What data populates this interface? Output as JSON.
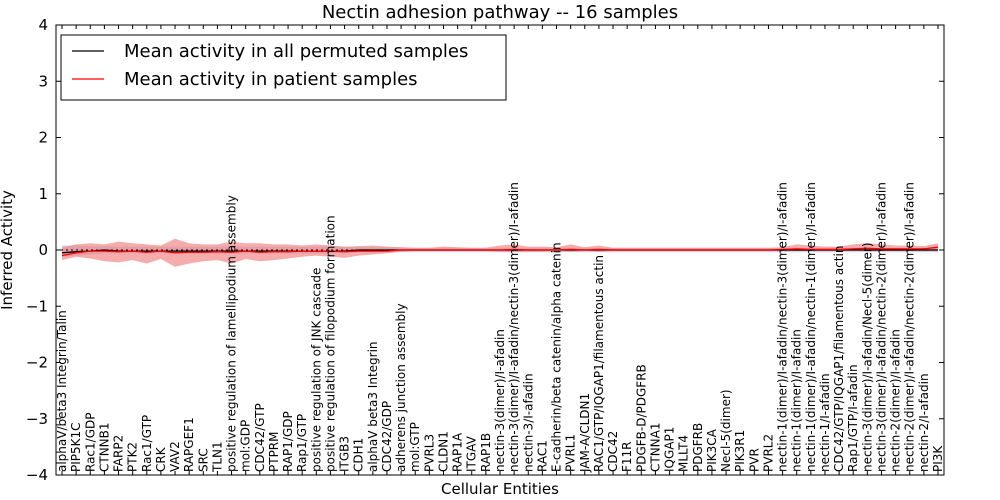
{
  "chart_data": {
    "type": "line",
    "title": "Nectin adhesion pathway -- 16 samples",
    "xlabel": "Cellular Entities",
    "ylabel": "Inferred Activity",
    "ylim": [
      -4,
      4
    ],
    "yticks": [
      "−4",
      "−3",
      "−2",
      "−1",
      "0",
      "1",
      "2",
      "3",
      "4"
    ],
    "grid": false,
    "legend_position": "top-left",
    "categories": [
      "alphaV/beta3 Integrin/Talin",
      "PIP5K1C",
      "Rac1/GDP",
      "CTNNB1",
      "FARP2",
      "PTK2",
      "Rac1/GTP",
      "CRK",
      "VAV2",
      "RAPGEF1",
      "SRC",
      "TLN1",
      "positive regulation of lamellipodium assembly",
      "mol:GDP",
      "CDC42/GTP",
      "PTPRM",
      "RAP1/GDP",
      "Rap1/GTP",
      "positive regulation of JNK cascade",
      "positive regulation of filopodium formation",
      "ITGB3",
      "CDH1",
      "alphaV beta3 Integrin",
      "CDC42/GDP",
      "adherens junction assembly",
      "mol:GTP",
      "PVRL3",
      "CLDN1",
      "RAP1A",
      "ITGAV",
      "RAP1B",
      "nectin-3(dimer)/I-afadin",
      "nectin-3(dimer)/I-afadin/nectin-3(dimer)/I-afadin",
      "nectin-3/I-afadin",
      "RAC1",
      "E-cadherin/beta catenin/alpha catenin",
      "PVRL1",
      "JAM-A/CLDN1",
      "RAC1/GTP/IQGAP1/filamentous actin",
      "CDC42",
      "F11R",
      "PDGFB-D/PDGFRB",
      "CTNNA1",
      "IQGAP1",
      "MLLT4",
      "PDGFRB",
      "PIK3CA",
      "Necl-5(dimer)",
      "PIK3R1",
      "PVR",
      "PVRL2",
      "nectin-1(dimer)/I-afadin/nectin-3(dimer)/I-afadin",
      "nectin-1(dimer)/I-afadin",
      "nectin-1(dimer)/I-afadin/nectin-1(dimer)/I-afadin",
      "nectin-1/I-afadin",
      "CDC42/GTP/IQGAP1/filamentous actin",
      "Rap1/GTP/I-afadin",
      "nectin-3(dimer)/I-afadin/Necl-5(dimer)",
      "nectin-3(dimer)/I-afadin/nectin-2(dimer)/I-afadin",
      "nectin-2(dimer)/I-afadin",
      "nectin-2(dimer)/I-afadin/nectin-2(dimer)/I-afadin",
      "nectin-2/I-afadin",
      "PI3K"
    ],
    "series": [
      {
        "name": "Mean activity in all permuted samples",
        "color": "#000000",
        "values": [
          -0.05,
          -0.03,
          -0.02,
          0.0,
          -0.02,
          -0.02,
          -0.02,
          -0.02,
          -0.02,
          -0.02,
          -0.02,
          -0.02,
          -0.02,
          -0.02,
          -0.02,
          -0.02,
          -0.02,
          -0.02,
          -0.02,
          -0.02,
          -0.02,
          0.0,
          0.0,
          0.0,
          0.0,
          0.0,
          0.0,
          0.0,
          0.0,
          0.0,
          0.0,
          0.0,
          0.0,
          0.0,
          0.0,
          0.0,
          0.0,
          0.0,
          0.0,
          0.0,
          0.0,
          0.0,
          0.0,
          0.0,
          0.0,
          0.0,
          0.0,
          0.0,
          0.0,
          0.0,
          0.0,
          0.0,
          0.0,
          0.0,
          0.0,
          0.0,
          0.0,
          0.0,
          0.0,
          0.0,
          0.0,
          0.0,
          0.0
        ],
        "band_lower": [
          -0.12,
          -0.1,
          -0.08,
          -0.06,
          -0.06,
          -0.06,
          -0.06,
          -0.06,
          -0.06,
          -0.06,
          -0.06,
          -0.06,
          -0.06,
          -0.06,
          -0.06,
          -0.06,
          -0.06,
          -0.06,
          -0.06,
          -0.06,
          -0.06,
          -0.04,
          -0.04,
          -0.04,
          -0.04,
          -0.04,
          -0.04,
          -0.04,
          -0.04,
          -0.04,
          -0.04,
          -0.04,
          -0.04,
          -0.04,
          -0.04,
          -0.04,
          -0.04,
          -0.04,
          -0.04,
          -0.04,
          -0.04,
          -0.04,
          -0.04,
          -0.04,
          -0.04,
          -0.04,
          -0.04,
          -0.04,
          -0.04,
          -0.04,
          -0.04,
          -0.04,
          -0.04,
          -0.04,
          -0.04,
          -0.04,
          -0.04,
          -0.04,
          -0.04,
          -0.04,
          -0.04,
          -0.04,
          -0.04
        ],
        "band_upper": [
          0.08,
          0.08,
          0.07,
          0.07,
          0.06,
          0.06,
          0.06,
          0.06,
          0.06,
          0.06,
          0.06,
          0.06,
          0.06,
          0.06,
          0.06,
          0.06,
          0.06,
          0.06,
          0.06,
          0.06,
          0.06,
          0.05,
          0.05,
          0.05,
          0.05,
          0.04,
          0.04,
          0.04,
          0.04,
          0.04,
          0.04,
          0.04,
          0.04,
          0.04,
          0.04,
          0.04,
          0.04,
          0.04,
          0.04,
          0.04,
          0.04,
          0.04,
          0.04,
          0.04,
          0.04,
          0.04,
          0.04,
          0.04,
          0.04,
          0.04,
          0.04,
          0.04,
          0.04,
          0.04,
          0.04,
          0.04,
          0.04,
          0.04,
          0.04,
          0.04,
          0.04,
          0.04,
          0.04
        ]
      },
      {
        "name": "Mean activity in patient samples",
        "color": "#ff0000",
        "values": [
          -0.1,
          -0.05,
          -0.02,
          -0.02,
          -0.03,
          -0.02,
          -0.04,
          -0.02,
          -0.05,
          -0.04,
          -0.04,
          -0.03,
          -0.04,
          -0.02,
          -0.04,
          -0.03,
          -0.03,
          -0.02,
          -0.02,
          -0.02,
          -0.03,
          -0.02,
          -0.02,
          -0.02,
          0.0,
          0.0,
          0.0,
          0.0,
          0.0,
          0.0,
          0.0,
          0.0,
          0.01,
          0.0,
          0.0,
          0.0,
          0.01,
          0.0,
          0.01,
          0.0,
          0.0,
          0.0,
          0.0,
          0.0,
          0.0,
          0.0,
          0.0,
          0.0,
          0.0,
          0.0,
          0.0,
          0.01,
          0.02,
          0.01,
          0.01,
          0.01,
          0.02,
          0.03,
          0.02,
          0.02,
          0.02,
          0.02,
          0.05
        ],
        "band_lower": [
          -0.18,
          -0.12,
          -0.15,
          -0.2,
          -0.22,
          -0.18,
          -0.24,
          -0.16,
          -0.3,
          -0.24,
          -0.2,
          -0.18,
          -0.24,
          -0.16,
          -0.2,
          -0.18,
          -0.15,
          -0.12,
          -0.1,
          -0.12,
          -0.14,
          -0.1,
          -0.08,
          -0.06,
          -0.03,
          -0.02,
          -0.02,
          -0.02,
          -0.02,
          -0.02,
          -0.02,
          -0.03,
          -0.04,
          -0.03,
          -0.03,
          -0.02,
          -0.03,
          -0.02,
          -0.03,
          -0.02,
          -0.02,
          -0.02,
          -0.02,
          -0.02,
          -0.02,
          -0.02,
          -0.02,
          -0.02,
          -0.02,
          -0.02,
          -0.02,
          -0.02,
          -0.02,
          -0.02,
          -0.02,
          -0.02,
          -0.01,
          -0.02,
          -0.02,
          -0.02,
          -0.02,
          -0.02,
          -0.02
        ],
        "band_upper": [
          0.05,
          0.1,
          0.12,
          0.1,
          0.15,
          0.12,
          0.1,
          0.08,
          0.2,
          0.12,
          0.1,
          0.1,
          0.15,
          0.12,
          0.12,
          0.1,
          0.1,
          0.08,
          0.1,
          0.08,
          0.06,
          0.07,
          0.08,
          0.06,
          0.05,
          0.04,
          0.04,
          0.06,
          0.05,
          0.04,
          0.04,
          0.08,
          0.1,
          0.06,
          0.06,
          0.05,
          0.1,
          0.05,
          0.08,
          0.04,
          0.04,
          0.04,
          0.04,
          0.04,
          0.04,
          0.04,
          0.04,
          0.04,
          0.04,
          0.04,
          0.04,
          0.05,
          0.1,
          0.08,
          0.06,
          0.06,
          0.1,
          0.12,
          0.1,
          0.08,
          0.08,
          0.07,
          0.12
        ]
      }
    ]
  }
}
